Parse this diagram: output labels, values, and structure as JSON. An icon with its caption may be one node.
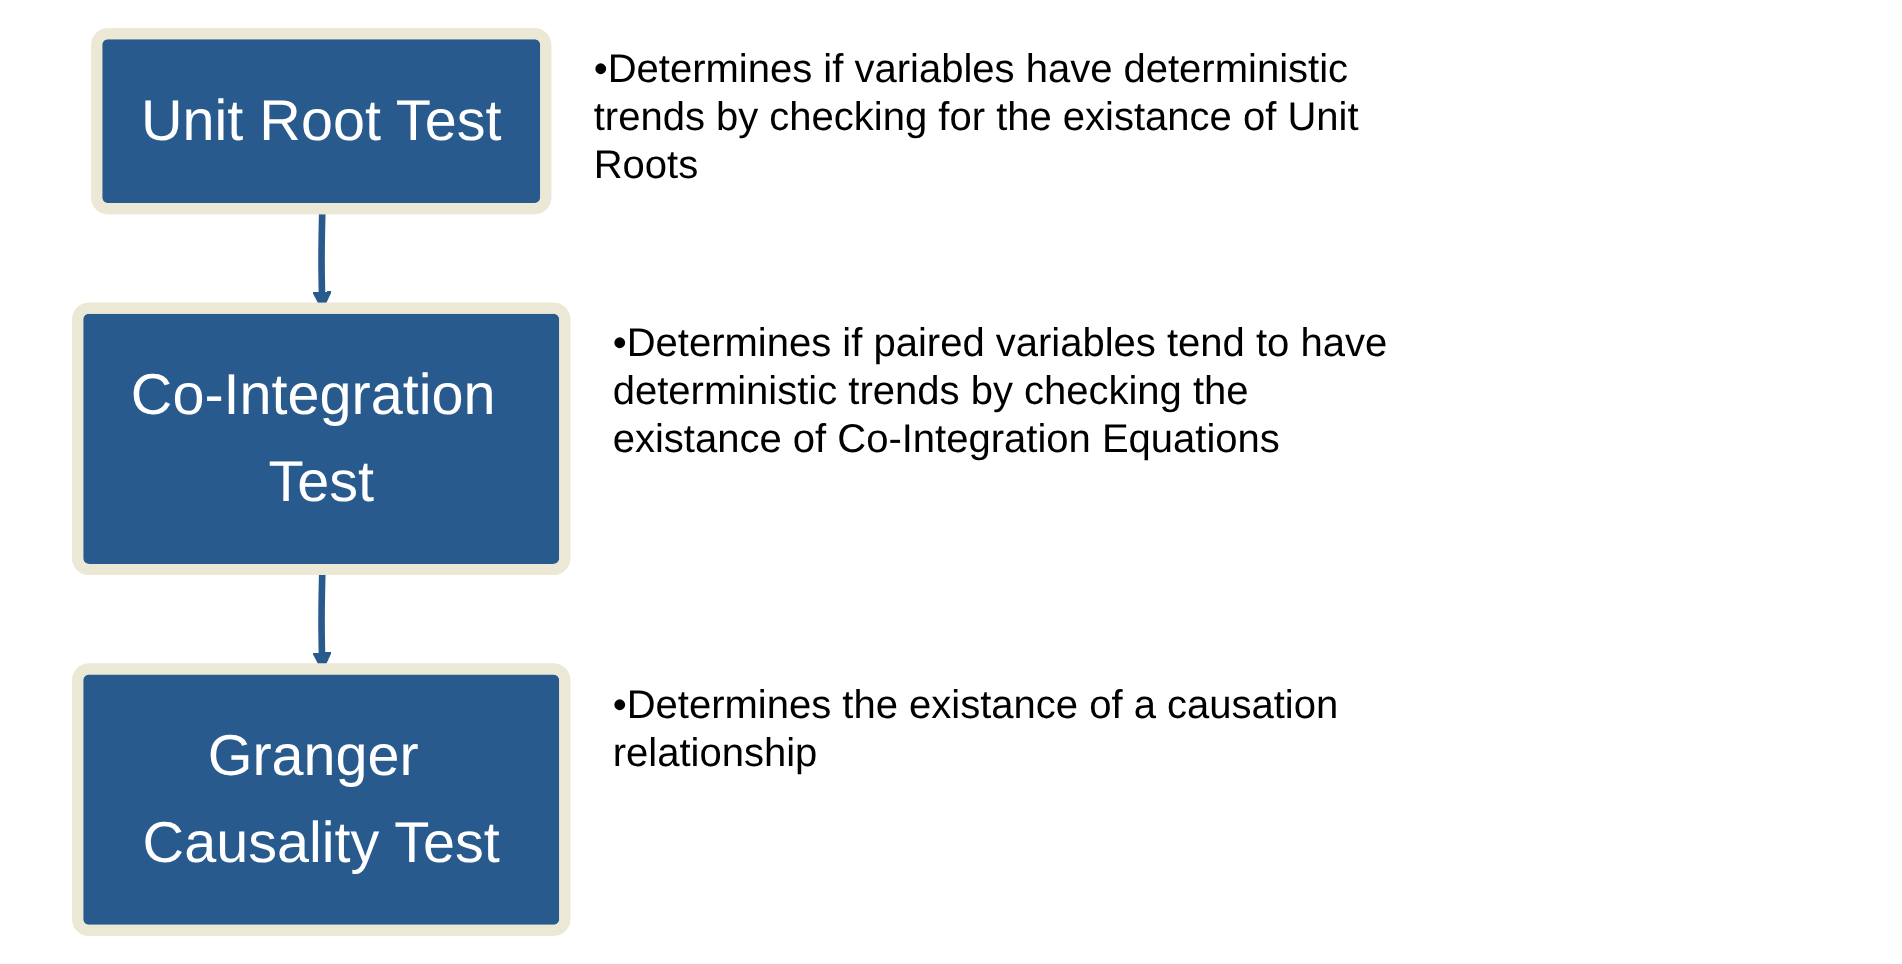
{
  "diagram": {
    "nodes": [
      {
        "text": [
          "Unit Root Test"
        ],
        "beside": [
          "•Determines if variables have deterministic trends by checking for the existance of Unit Roots"
        ]
      },
      {
        "text": [
          "Co-Integration Test"
        ],
        "beside": [
          "•Determines if paired variables tend to have deterministic trends by checking the existance of Co-Integration Equations"
        ]
      },
      {
        "text": [
          "Granger Causality Test"
        ],
        "beside": [
          "•Determines the existance of a causation relationship"
        ]
      }
    ],
    "edges": [
      {
        "from": 0,
        "to": 1,
        "arrow": "to"
      },
      {
        "from": 1,
        "to": 2,
        "arrow": "to"
      }
    ]
  }
}
